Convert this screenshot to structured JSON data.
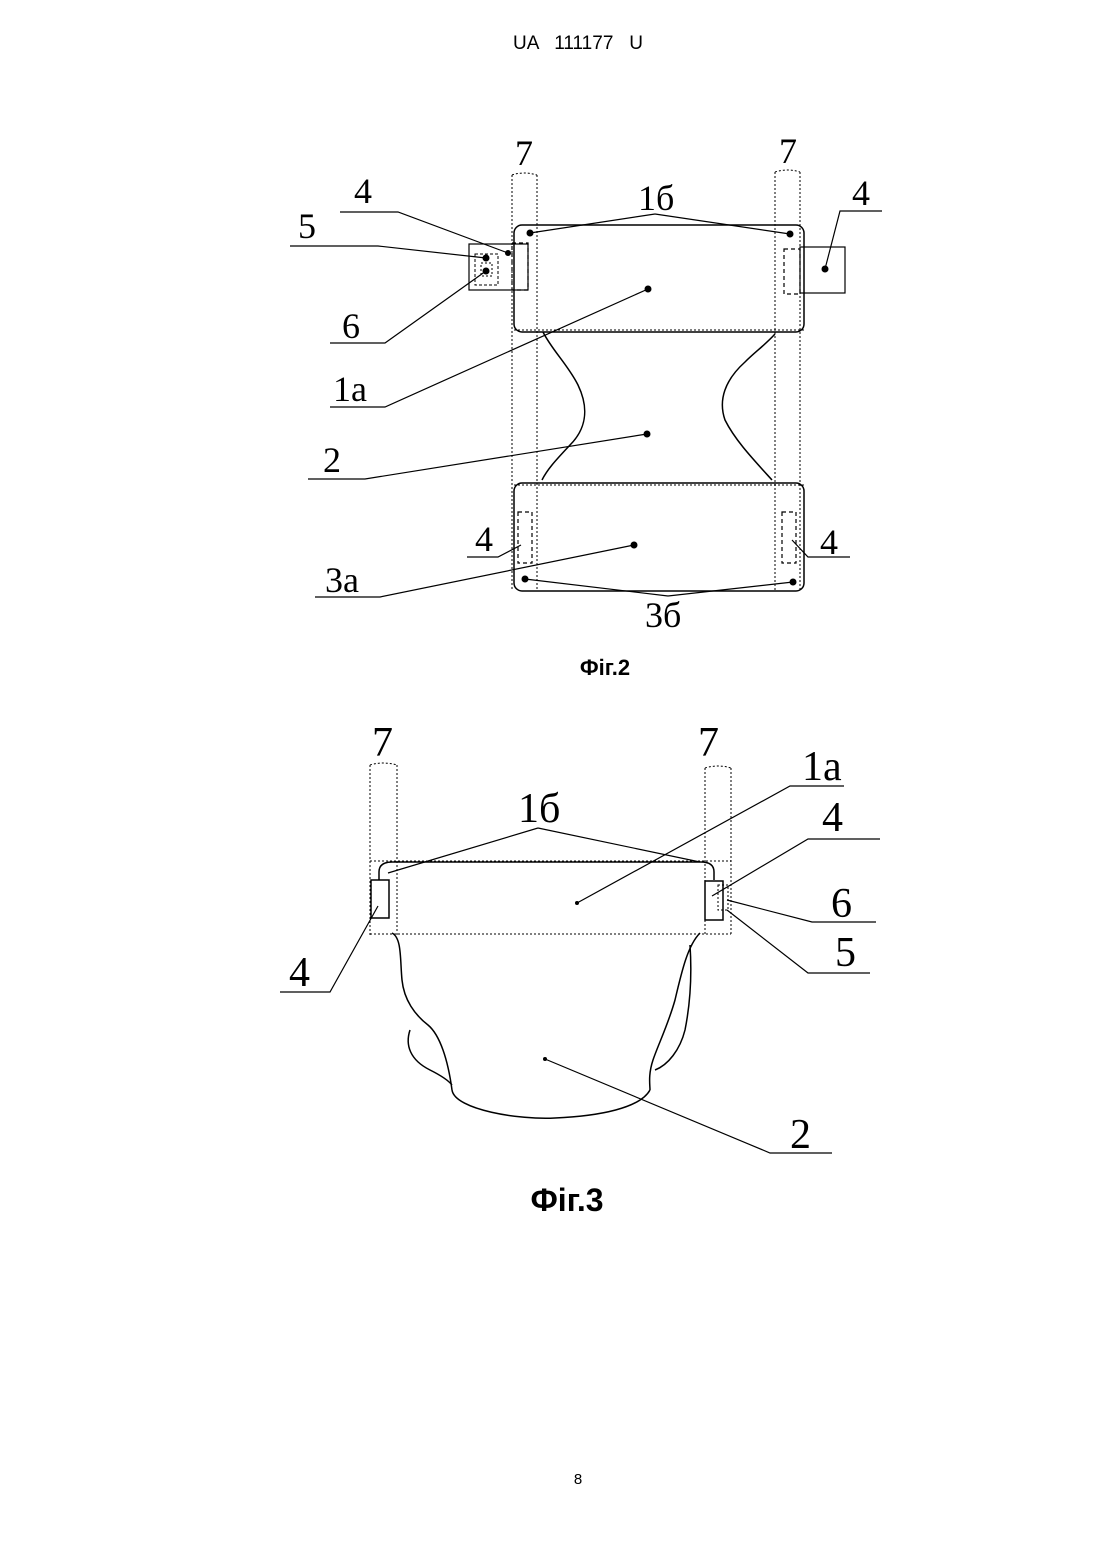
{
  "header": {
    "doc_number": "UA   111177   U"
  },
  "figures": [
    {
      "caption": "Фіг.2",
      "labels": {
        "strap_left": "7",
        "strap_right": "7",
        "fastener_top_left": "4",
        "fastener_top_right": "4",
        "fastener_bottom_left": "4",
        "fastener_bottom_right": "4",
        "hook": "5",
        "loop": "6",
        "front_corners": "1б",
        "front_panel": "1а",
        "crotch": "2",
        "back_panel": "3а",
        "back_corners": "3б"
      }
    },
    {
      "caption": "Фіг.3",
      "labels": {
        "strap_left": "7",
        "strap_right": "7",
        "front_panel": "1а",
        "front_corners": "1б",
        "fastener_right": "4",
        "fastener_left": "4",
        "loop": "6",
        "hook": "5",
        "crotch": "2"
      }
    }
  ],
  "page_number": "8"
}
